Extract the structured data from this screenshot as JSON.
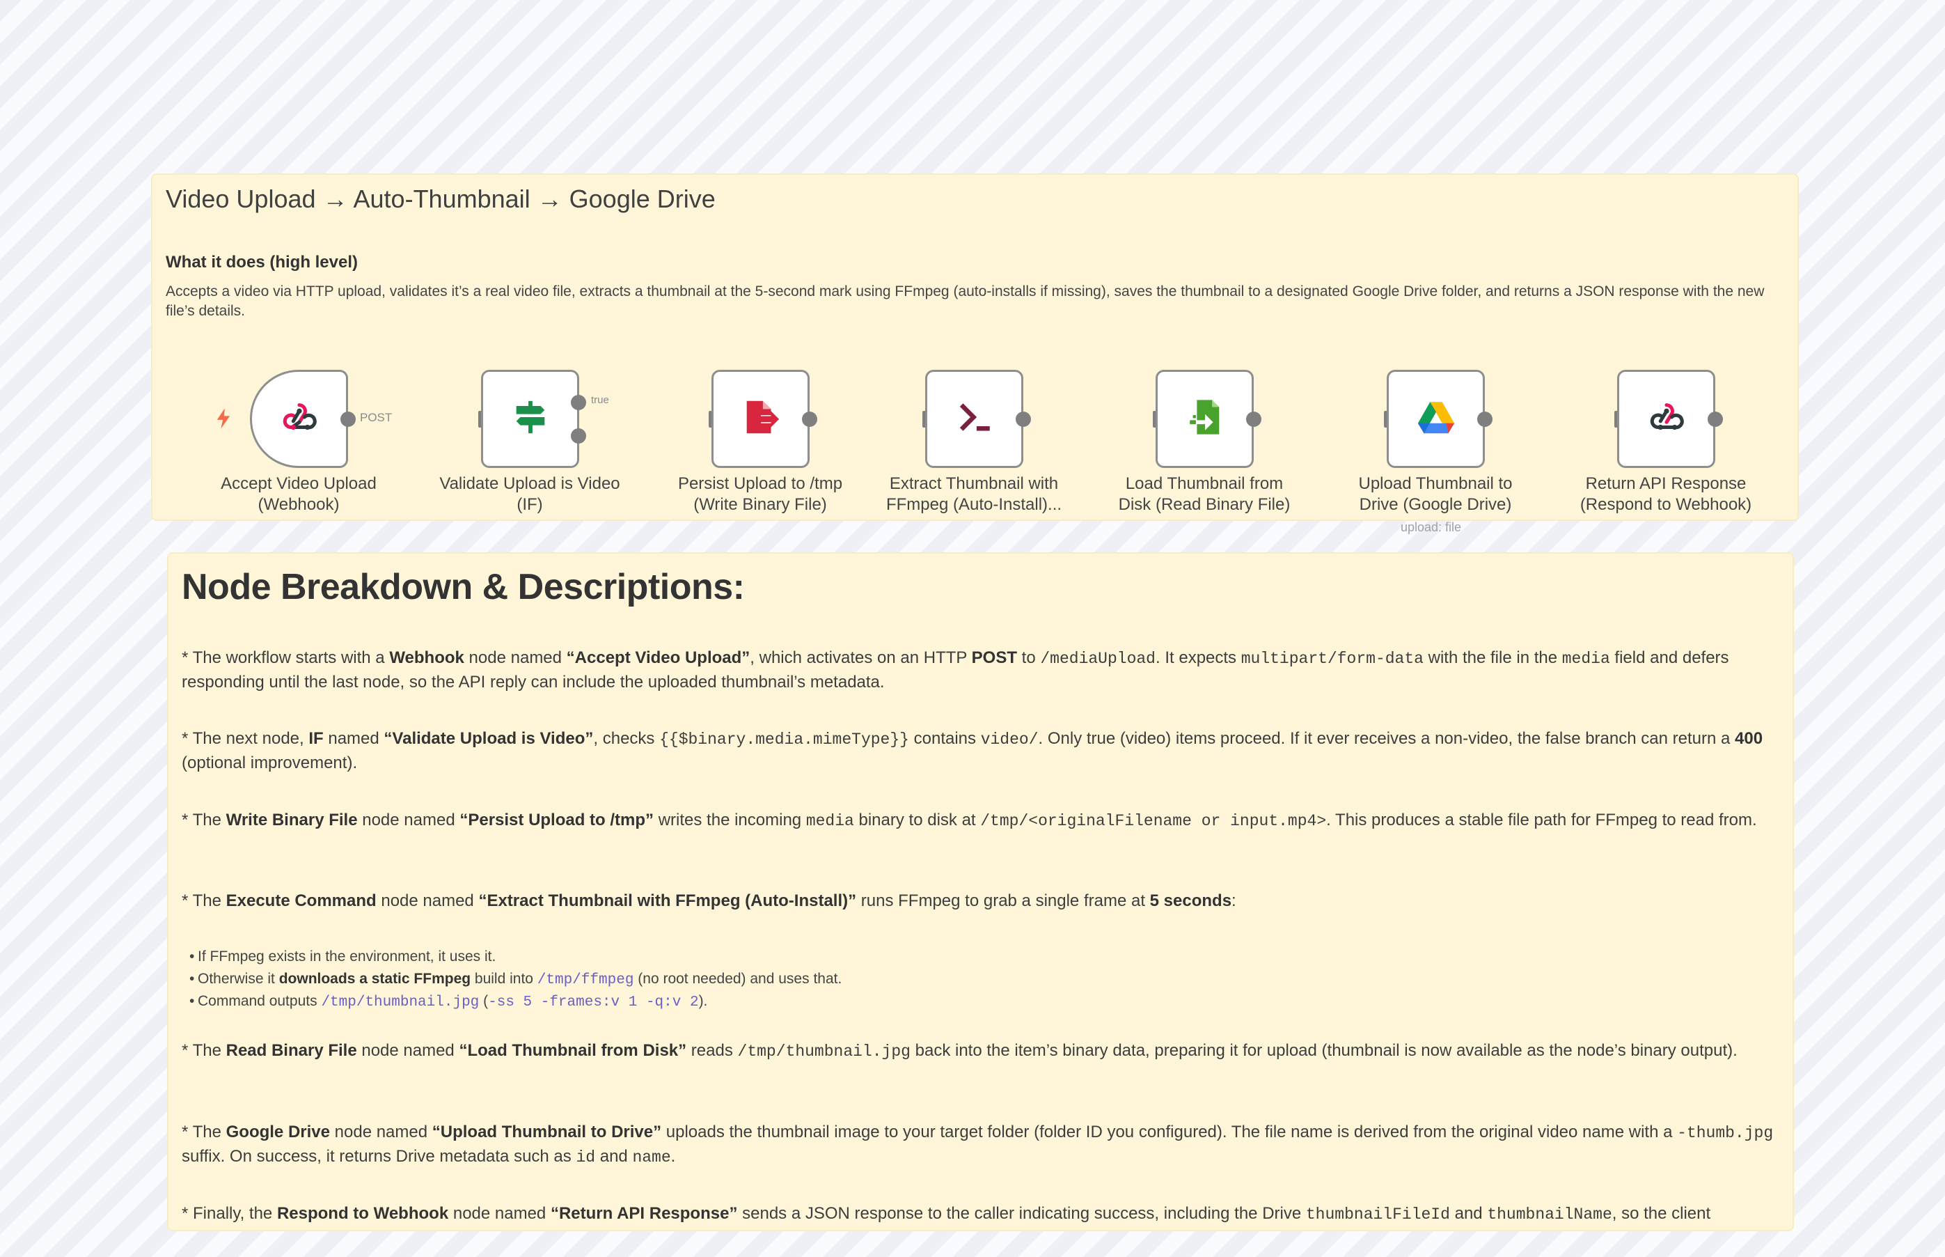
{
  "sticky_overview": {
    "title": "Video Upload → Auto-Thumbnail → Google Drive",
    "heading": "What it does (high level)",
    "description": "Accepts a video via HTTP upload, validates it’s a real video file, extracts a thumbnail at the 5-second mark using FFmpeg (auto-installs if missing), saves the thumbnail to a designated Google Drive folder, and returns a JSON response with the new file’s details."
  },
  "workflow": {
    "trigger_icon": "lightning-bolt-icon",
    "nodes": [
      {
        "label_1": "Accept Video Upload",
        "label_2": "(Webhook)",
        "icon": "webhook-icon",
        "color": "#e8175d"
      },
      {
        "label_1": "Validate Upload is Video",
        "label_2": "(IF)",
        "icon": "signpost-icon",
        "color": "#1a8f4a"
      },
      {
        "label_1": "Persist Upload to /tmp",
        "label_2": "(Write Binary File)",
        "icon": "file-export-icon",
        "color": "#d7263d"
      },
      {
        "label_1": "Extract Thumbnail with",
        "label_2": "FFmpeg (Auto-Install)...",
        "icon": "terminal-icon",
        "color": "#7a1f3d"
      },
      {
        "label_1": "Load Thumbnail from",
        "label_2": "Disk (Read Binary File)",
        "icon": "file-import-icon",
        "color": "#49a22c"
      },
      {
        "label_1": "Upload Thumbnail to",
        "label_2": "Drive (Google Drive)",
        "icon": "google-drive-icon",
        "color": "#1e88e5"
      },
      {
        "label_1": "Return API Response",
        "label_2": "(Respond to Webhook)",
        "icon": "webhook-icon",
        "color": "#e8175d"
      }
    ],
    "edge_labels": {
      "post": "POST",
      "true": "true"
    },
    "upload_sub_label": "upload: file"
  },
  "sticky_breakdown": {
    "title": "Node Breakdown & Descriptions:",
    "p1": {
      "a": "* The workflow starts with a ",
      "b1": "Webhook",
      "c": " node named ",
      "b2": "“Accept Video Upload”",
      "d": ", which activates on an HTTP ",
      "b3": "POST",
      "e": " to ",
      "code1": "/mediaUpload",
      "f": ". It expects ",
      "code2": "multipart/form-data",
      "g": " with the file in the ",
      "code3": "media",
      "h": " field and defers responding until the last node, so the API reply can include the uploaded thumbnail’s metadata."
    },
    "p2": {
      "a": "* The next node, ",
      "b1": "IF",
      "c": " named ",
      "b2": "“Validate Upload is Video”",
      "d": ", checks ",
      "code1": "{{$binary.media.mimeType}}",
      "e": " contains ",
      "code2": "video/",
      "f": ". Only true (video) items proceed. If it ever receives a non-video, the false branch can return a ",
      "b3": "400",
      "g": " (optional improvement)."
    },
    "p3": {
      "a": "* The ",
      "b1": "Write Binary File",
      "c": " node named ",
      "b2": "“Persist Upload to /tmp”",
      "d": " writes the incoming ",
      "code1": "media",
      "e": " binary to disk at ",
      "code2": "/tmp/<originalFilename or input.mp4>",
      "f": ". This produces a stable file path for FFmpeg to read from."
    },
    "p4": {
      "a": "* The ",
      "b1": "Execute Command",
      "c": " node named ",
      "b2": "“Extract Thumbnail with FFmpeg (Auto-Install)”",
      "d": " runs FFmpeg to grab a single frame at ",
      "b3": "5 seconds",
      "e": ":"
    },
    "bullets": {
      "b1": {
        "text": "If FFmpeg exists in the environment, it uses it."
      },
      "b2": {
        "a": "Otherwise it ",
        "bold": "downloads a static FFmpeg",
        "b": " build into ",
        "code": "/tmp/ffmpeg",
        "c": " (no root needed) and uses that."
      },
      "b3": {
        "a": "Command outputs ",
        "code1": "/tmp/thumbnail.jpg",
        "b": " (",
        "code2": "-ss 5 -frames:v 1 -q:v 2",
        "c": ")."
      }
    },
    "p5": {
      "a": "* The ",
      "b1": "Read Binary File",
      "c": " node named ",
      "b2": "“Load Thumbnail from Disk”",
      "d": " reads ",
      "code1": "/tmp/thumbnail.jpg",
      "e": " back into the item’s binary data, preparing it for upload (thumbnail is now available as the node’s binary output)."
    },
    "p6": {
      "a": "* The ",
      "b1": "Google Drive",
      "c": " node named ",
      "b2": "“Upload Thumbnail to Drive”",
      "d": " uploads the thumbnail image to your target folder (folder ID you configured). The file name is derived from the original video name with a ",
      "code1": "-thumb.jpg",
      "e": " suffix. On success, it returns Drive metadata such as ",
      "code2": "id",
      "f": " and ",
      "code3": "name",
      "g": "."
    },
    "p7": {
      "a": "* Finally, the ",
      "b1": "Respond to Webhook",
      "c": " node named ",
      "b2": "“Return API Response”",
      "d": " sends a JSON response to the caller indicating success, including the Drive ",
      "code1": "thumbnailFileId",
      "e": " and ",
      "code2": "thumbnailName",
      "f": ", so the client"
    }
  }
}
